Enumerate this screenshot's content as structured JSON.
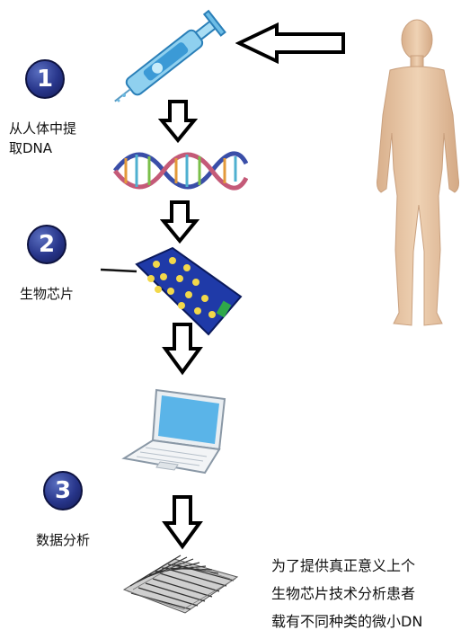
{
  "steps": [
    {
      "number": "1",
      "label_line1": "从人体中提",
      "label_line2": "取DNA"
    },
    {
      "number": "2",
      "label": "生物芯片"
    },
    {
      "number": "3",
      "label": "数据分析"
    }
  ],
  "description": {
    "line1": "为了提供真正意义上个",
    "line2": "生物芯片技术分析患者",
    "line3": "载有不同种类的微小DN"
  },
  "colors": {
    "badge_blue": "#27358a",
    "skin": "#e8c9a8",
    "syringe": "#4aa8d8",
    "chip": "#1f3aa8",
    "chip_dots": "#f2d84a",
    "laptop_screen": "#5ab4e8"
  },
  "icons": {
    "body": "human-silhouette",
    "syringe": "syringe",
    "dna": "dna-helix",
    "chip": "biochip",
    "computer": "laptop",
    "output": "data-mesh"
  }
}
